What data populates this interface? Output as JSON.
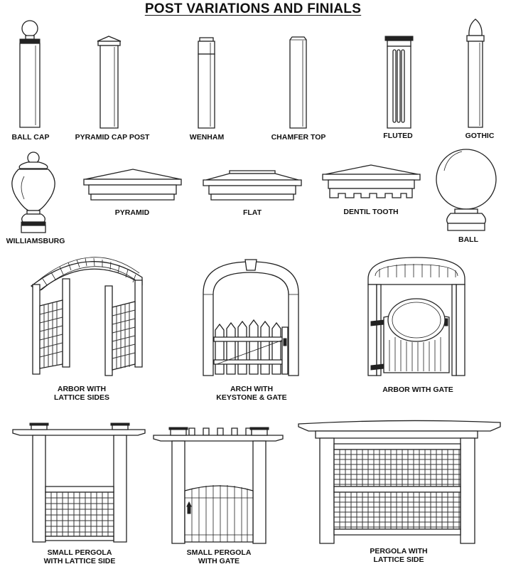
{
  "title": "POST VARIATIONS AND FINIALS",
  "labels": {
    "ball_cap": "BALL CAP",
    "pyramid_cap_post": "PYRAMID CAP POST",
    "wenham": "WENHAM",
    "chamfer_top": "CHAMFER TOP",
    "fluted": "FLUTED",
    "gothic": "GOTHIC",
    "williamsburg": "WILLIAMSBURG",
    "pyramid": "PYRAMID",
    "flat": "FLAT",
    "dentil_tooth": "DENTIL TOOTH",
    "ball": "BALL",
    "arbor_lattice_1": "ARBOR WITH",
    "arbor_lattice_2": "LATTICE SIDES",
    "arch_keystone_1": "ARCH WITH",
    "arch_keystone_2": "KEYSTONE & GATE",
    "arbor_gate": "ARBOR WITH  GATE",
    "small_pergola_lattice_1": "SMALL PERGOLA",
    "small_pergola_lattice_2": "WITH LATTICE SIDE",
    "small_pergola_gate_1": "SMALL PERGOLA",
    "small_pergola_gate_2": "WITH GATE",
    "pergola_lattice_1": "PERGOLA WITH",
    "pergola_lattice_2": "LATTICE SIDE"
  }
}
